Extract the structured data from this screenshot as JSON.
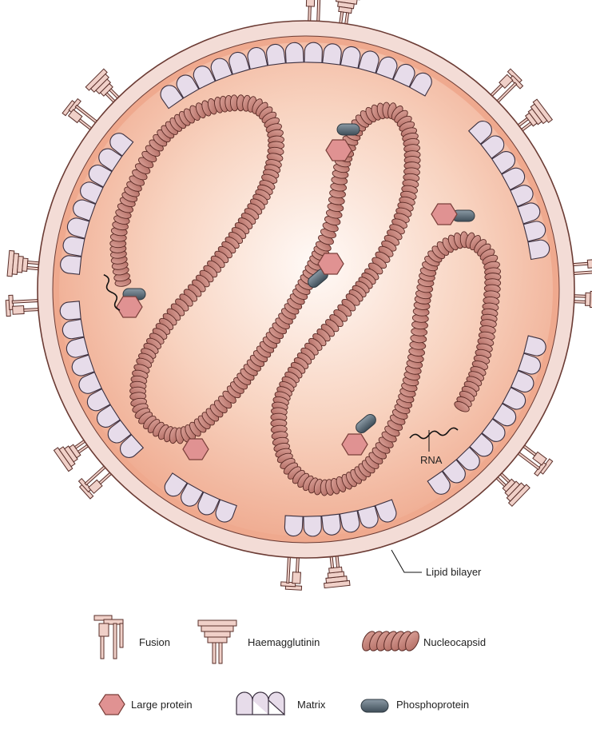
{
  "labels": {
    "lipid_bilayer": "Lipid bilayer",
    "rna": "RNA"
  },
  "legend": {
    "fusion": "Fusion",
    "haemagglutinin": "Haemagglutinin",
    "nucleocapsid": "Nucleocapsid",
    "large_protein": "Large protein",
    "matrix": "Matrix",
    "phosphoprotein": "Phosphoprotein"
  },
  "colors": {
    "membrane_outer": "#f3dcd6",
    "membrane_inner": "#efa98e",
    "core_center": "#ffffff",
    "core_edge": "#f2b49a",
    "matrix_fill": "#e7dcea",
    "nucleocapsid": "#c98077",
    "large_protein": "#e09292",
    "phosphoprotein": "#5a6a76",
    "glycoprotein": "#f0d0c8"
  }
}
